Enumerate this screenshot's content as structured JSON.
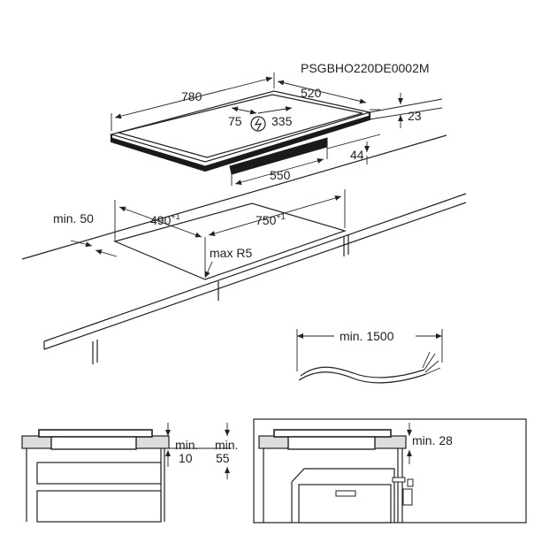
{
  "model_code": "PSGBHO220DE0002M",
  "hob": {
    "width": "780",
    "depth": "520",
    "thickness": "23",
    "front_dim": "75",
    "socket_dim": "335",
    "bottom_width": "550",
    "bottom_height": "44"
  },
  "cutout": {
    "depth": "490",
    "depth_tol": "+1",
    "width": "750",
    "width_tol": "+1",
    "wall_clearance": "min. 50",
    "corner_radius": "max R5"
  },
  "cable": {
    "length": "min. 1500"
  },
  "side_view_left": {
    "clearance_a_label": "min.",
    "clearance_a_value": "10",
    "clearance_b_label": "min.",
    "clearance_b_value": "55"
  },
  "side_view_right": {
    "clearance": "min. 28"
  }
}
